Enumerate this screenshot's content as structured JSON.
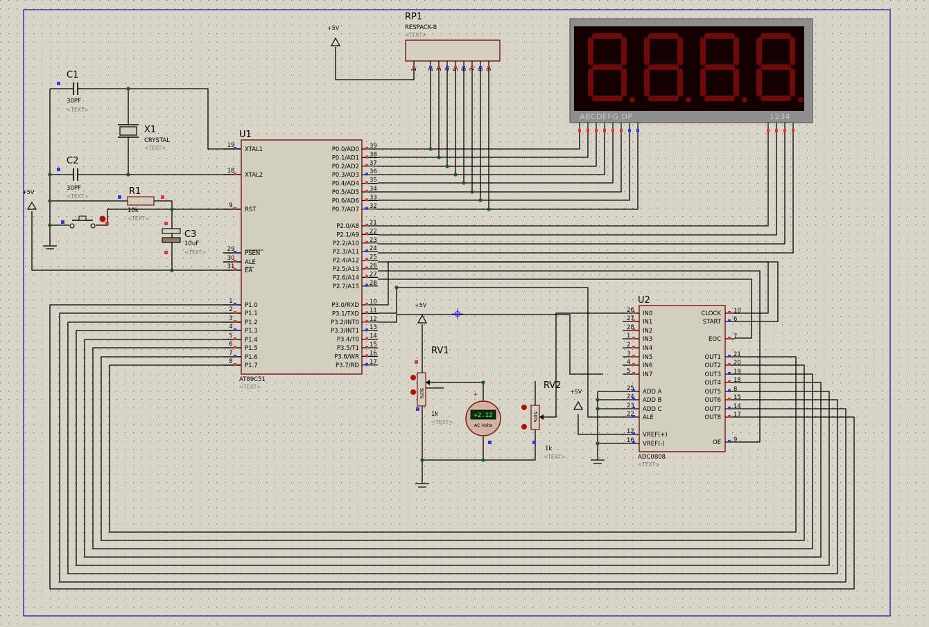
{
  "power_label": "+5V",
  "text_placeholder": "<TEXT>",
  "u1": {
    "ref": "U1",
    "part": "AT89C51",
    "left_pins": [
      {
        "num": "19",
        "name": "XTAL1"
      },
      {
        "num": "18",
        "name": "XTAL2"
      },
      {
        "num": "9",
        "name": "RST"
      },
      {
        "num": "29",
        "name": "PSEN"
      },
      {
        "num": "30",
        "name": "ALE"
      },
      {
        "num": "31",
        "name": "EA"
      },
      {
        "num": "1",
        "name": "P1.0"
      },
      {
        "num": "2",
        "name": "P1.1"
      },
      {
        "num": "3",
        "name": "P1.2"
      },
      {
        "num": "4",
        "name": "P1.3"
      },
      {
        "num": "5",
        "name": "P1.4"
      },
      {
        "num": "6",
        "name": "P1.5"
      },
      {
        "num": "7",
        "name": "P1.6"
      },
      {
        "num": "8",
        "name": "P1.7"
      }
    ],
    "right_pins": [
      {
        "num": "39",
        "name": "P0.0/AD0"
      },
      {
        "num": "38",
        "name": "P0.1/AD1"
      },
      {
        "num": "37",
        "name": "P0.2/AD2"
      },
      {
        "num": "36",
        "name": "P0.3/AD3"
      },
      {
        "num": "35",
        "name": "P0.4/AD4"
      },
      {
        "num": "34",
        "name": "P0.5/AD5"
      },
      {
        "num": "33",
        "name": "P0.6/AD6"
      },
      {
        "num": "32",
        "name": "P0.7/AD7"
      },
      {
        "num": "21",
        "name": "P2.0/A8"
      },
      {
        "num": "22",
        "name": "P2.1/A9"
      },
      {
        "num": "23",
        "name": "P2.2/A10"
      },
      {
        "num": "24",
        "name": "P2.3/A11"
      },
      {
        "num": "25",
        "name": "P2.4/A12"
      },
      {
        "num": "26",
        "name": "P2.5/A13"
      },
      {
        "num": "27",
        "name": "P2.6/A14"
      },
      {
        "num": "28",
        "name": "P2.7/A15"
      },
      {
        "num": "10",
        "name": "P3.0/RXD"
      },
      {
        "num": "11",
        "name": "P3.1/TXD"
      },
      {
        "num": "12",
        "name": "P3.2/INT0"
      },
      {
        "num": "13",
        "name": "P3.3/INT1"
      },
      {
        "num": "14",
        "name": "P3.4/T0"
      },
      {
        "num": "15",
        "name": "P3.5/T1"
      },
      {
        "num": "16",
        "name": "P3.6/WR"
      },
      {
        "num": "17",
        "name": "P3.7/RD"
      }
    ]
  },
  "u2": {
    "ref": "U2",
    "part": "ADC0808",
    "left_pins": [
      {
        "num": "26",
        "name": "IN0"
      },
      {
        "num": "27",
        "name": "IN1"
      },
      {
        "num": "28",
        "name": "IN2"
      },
      {
        "num": "1",
        "name": "IN3"
      },
      {
        "num": "2",
        "name": "IN4"
      },
      {
        "num": "3",
        "name": "IN5"
      },
      {
        "num": "4",
        "name": "IN6"
      },
      {
        "num": "5",
        "name": "IN7"
      },
      {
        "num": "25",
        "name": "ADD A"
      },
      {
        "num": "24",
        "name": "ADD B"
      },
      {
        "num": "23",
        "name": "ADD C"
      },
      {
        "num": "22",
        "name": "ALE"
      },
      {
        "num": "12",
        "name": "VREF(+)"
      },
      {
        "num": "16",
        "name": "VREF(-)"
      }
    ],
    "right_pins": [
      {
        "num": "10",
        "name": "CLOCK"
      },
      {
        "num": "6",
        "name": "START"
      },
      {
        "num": "7",
        "name": "EOC"
      },
      {
        "num": "21",
        "name": "OUT1"
      },
      {
        "num": "20",
        "name": "OUT2"
      },
      {
        "num": "19",
        "name": "OUT3"
      },
      {
        "num": "18",
        "name": "OUT4"
      },
      {
        "num": "8",
        "name": "OUT5"
      },
      {
        "num": "15",
        "name": "OUT6"
      },
      {
        "num": "14",
        "name": "OUT7"
      },
      {
        "num": "17",
        "name": "OUT8"
      },
      {
        "num": "9",
        "name": "OE"
      }
    ]
  },
  "rp1": {
    "ref": "RP1",
    "part": "RESPACK-8",
    "pins": [
      "1",
      "2",
      "3",
      "4",
      "5",
      "6",
      "7",
      "8",
      "9"
    ]
  },
  "display": {
    "segment_labels": "ABCDEFG  DP",
    "digit_labels": "1234"
  },
  "c1": {
    "ref": "C1",
    "value": "30PF"
  },
  "c2": {
    "ref": "C2",
    "value": "30PF"
  },
  "c3": {
    "ref": "C3",
    "value": "10uF"
  },
  "x1": {
    "ref": "X1",
    "value": "CRYSTAL"
  },
  "r1": {
    "ref": "R1",
    "value": "10k"
  },
  "rv1": {
    "ref": "RV1",
    "value": "1k",
    "percent": "50%"
  },
  "rv2": {
    "ref": "RV2",
    "value": "1k",
    "percent": "50%"
  },
  "voltmeter": {
    "reading": "+2.12",
    "unit": "AC Volts"
  }
}
